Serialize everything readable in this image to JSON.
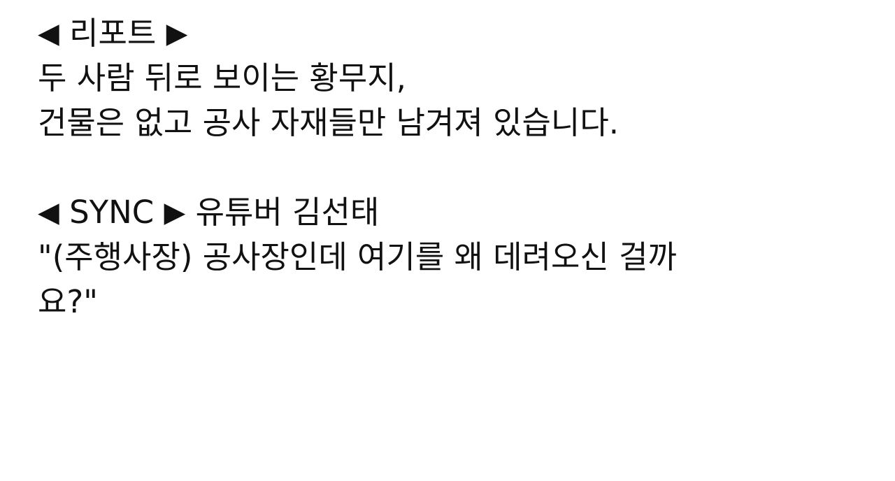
{
  "report": {
    "left_marker": "◀",
    "label": "리포트",
    "right_marker": "▶",
    "lines": [
      "두 사람 뒤로 보이는 황무지,",
      "건물은 없고 공사 자재들만 남겨져 있습니다."
    ]
  },
  "sync": {
    "left_marker": "◀",
    "label": "SYNC",
    "right_marker": "▶",
    "speaker": "유튜버 김선태",
    "lines": [
      "\"(주행사장) 공사장인데 여기를 왜 데려오신 걸까",
      "요?\""
    ]
  }
}
